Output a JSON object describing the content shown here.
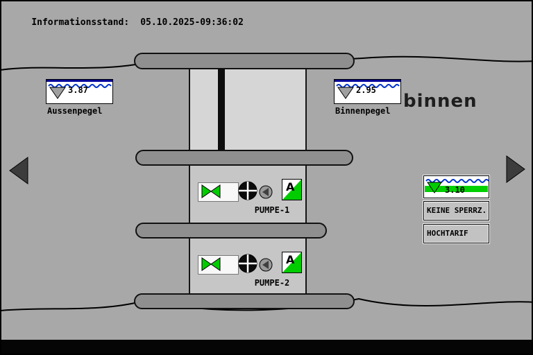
{
  "header": {
    "label": "Informationsstand:",
    "timestamp": "05.10.2025-09:36:02"
  },
  "gauges": {
    "aussen": {
      "value": "3.87",
      "label": "Aussenpegel"
    },
    "binnen": {
      "value": "2.95",
      "label": "Binnenpegel"
    },
    "binnen_side": {
      "value": "3.10"
    }
  },
  "logo_text": "binnen",
  "pumps": [
    {
      "label": "PUMPE-1",
      "mode": "A"
    },
    {
      "label": "PUMPE-2",
      "mode": "A"
    }
  ],
  "status": {
    "sperrzeit": "KEINE SPERRZ.",
    "tarif": "HOCHTARIF"
  },
  "colors": {
    "background": "#a8a8a8",
    "water_blue": "#0033cc",
    "active_green": "#00cc00",
    "bar_navy": "#000099"
  }
}
